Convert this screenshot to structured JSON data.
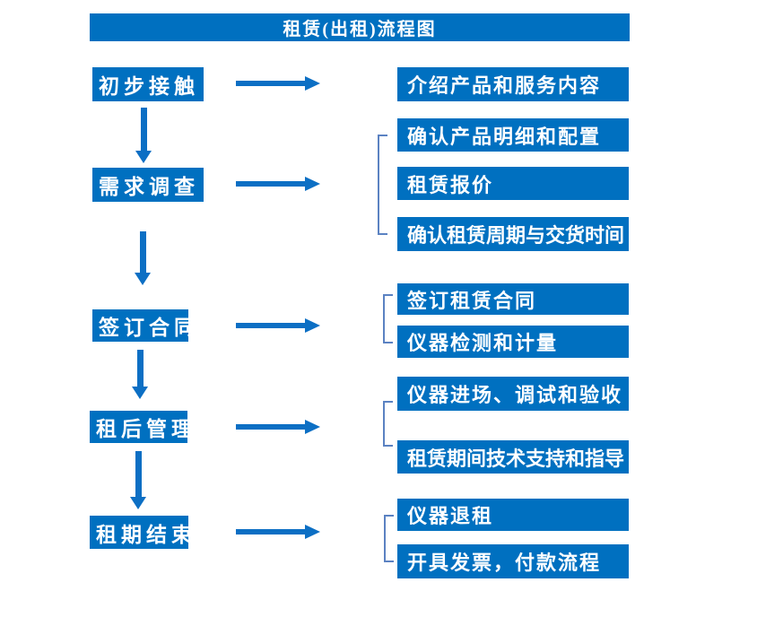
{
  "title": "租赁(出租)流程图",
  "colors": {
    "primary_blue": "#0070C0",
    "arrow_blue": "#0C6FC4",
    "bracket_blue": "#5B82C2",
    "text_white": "#FFFFFF"
  },
  "stages": [
    {
      "label": "初步接触",
      "outputs": [
        "介绍产品和服务内容"
      ]
    },
    {
      "label": "需求调查",
      "outputs": [
        "确认产品明细和配置",
        "租赁报价",
        "确认租赁周期与交货时间"
      ]
    },
    {
      "label": "签订合同",
      "outputs": [
        "签订租赁合同",
        "仪器检测和计量"
      ]
    },
    {
      "label": "租后管理",
      "outputs": [
        "仪器进场、调试和验收",
        "租赁期间技术支持和指导"
      ]
    },
    {
      "label": "租期结束",
      "outputs": [
        "仪器退租",
        "开具发票，付款流程"
      ]
    }
  ]
}
